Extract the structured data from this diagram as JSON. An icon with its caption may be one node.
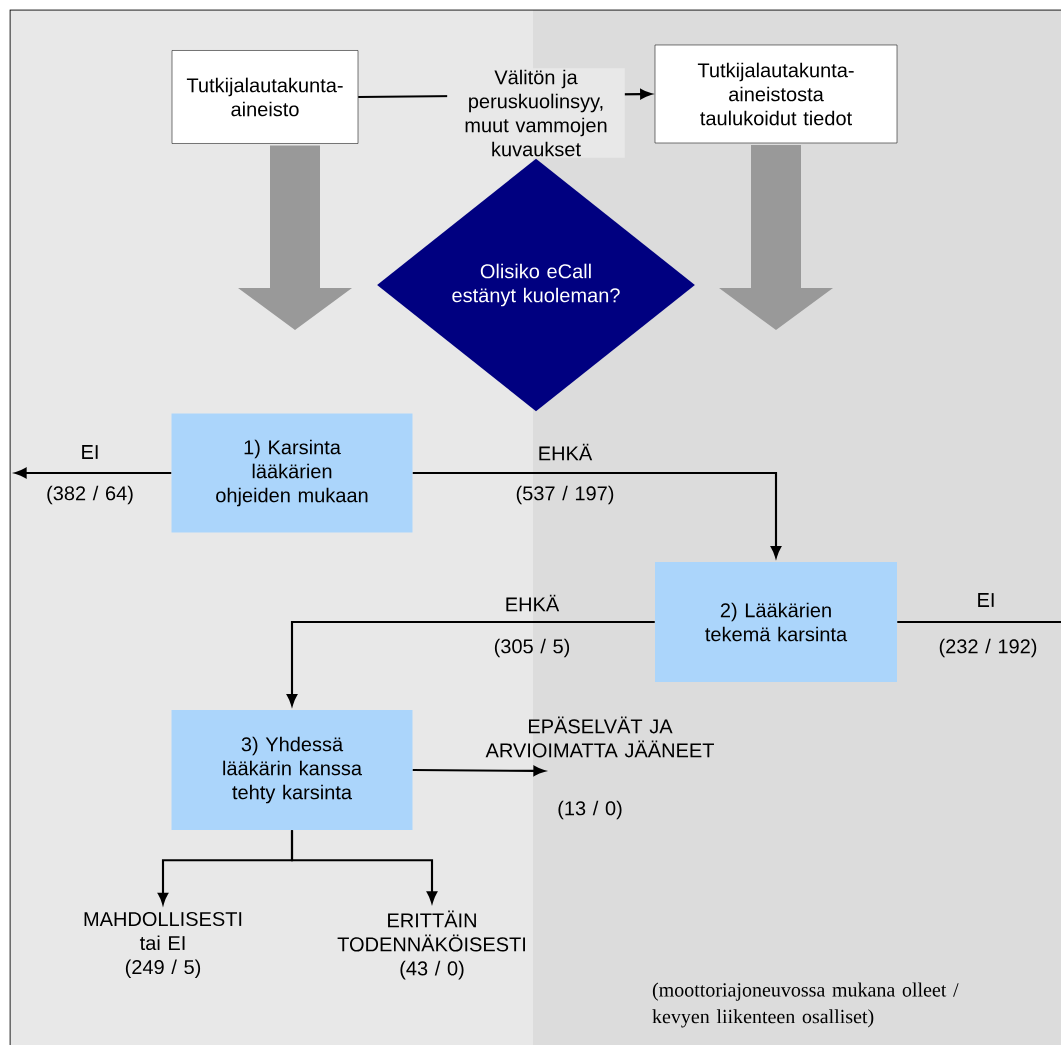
{
  "diagram": {
    "nodes": [
      {
        "text": [
          "Tutkijalautakunta-aineisto"
        ]
      },
      {
        "text": [
          "Tutkijalautakunta-aineistosta taulukoidut tiedot"
        ]
      },
      {
        "text": [
          "Olisiko eCall estänyt kuoleman?"
        ]
      },
      {
        "text": [
          "1) Karsinta lääkärien ohjeiden mukaan"
        ]
      },
      {
        "text": [
          "2) Lääkärien tekemä karsinta"
        ]
      },
      {
        "text": [
          "3) Yhdessä lääkärin kanssa tehty karsinta"
        ]
      },
      {
        "text": [
          "MAHDOLLISESTI tai EI",
          "(249 / 5)"
        ]
      },
      {
        "text": [
          "ERITTÄIN TODENNÄKÖISESTI",
          "(43 / 0)"
        ]
      }
    ],
    "edges": [
      {
        "from": 0,
        "to": 1,
        "arrow": "to",
        "label": "Välitön ja peruskuolinsyy, muut vammojen kuvaukset"
      },
      {
        "from": 0,
        "to": null,
        "arrow": "to",
        "style": "thick",
        "color": "#999999"
      },
      {
        "from": 1,
        "to": null,
        "arrow": "to",
        "style": "thick",
        "color": "#999999"
      },
      {
        "from": 3,
        "to": null,
        "arrow": "to",
        "label": "EI"
      },
      {
        "from": 3,
        "to": 4,
        "arrow": "to",
        "label": "EHKÄ"
      },
      {
        "from": 4,
        "to": null,
        "arrow": "none",
        "label": "EI"
      },
      {
        "from": 4,
        "to": 5,
        "arrow": "to",
        "label": "EHKÄ"
      },
      {
        "from": 5,
        "to": null,
        "arrow": "to",
        "label": "EPÄSELVÄT JA ARVIOIMATTA JÄÄNEET"
      },
      {
        "from": 5,
        "to": 6,
        "arrow": "to"
      },
      {
        "from": 5,
        "to": 7,
        "arrow": "to"
      }
    ],
    "labels": [
      "(382 / 64)",
      "(537 / 197)",
      "(305 / 5)",
      "(232 / 192)",
      "(13 / 0)",
      "(moottoriajoneuvossa mukana olleet / kevyen liikenteen osalliset)"
    ]
  }
}
